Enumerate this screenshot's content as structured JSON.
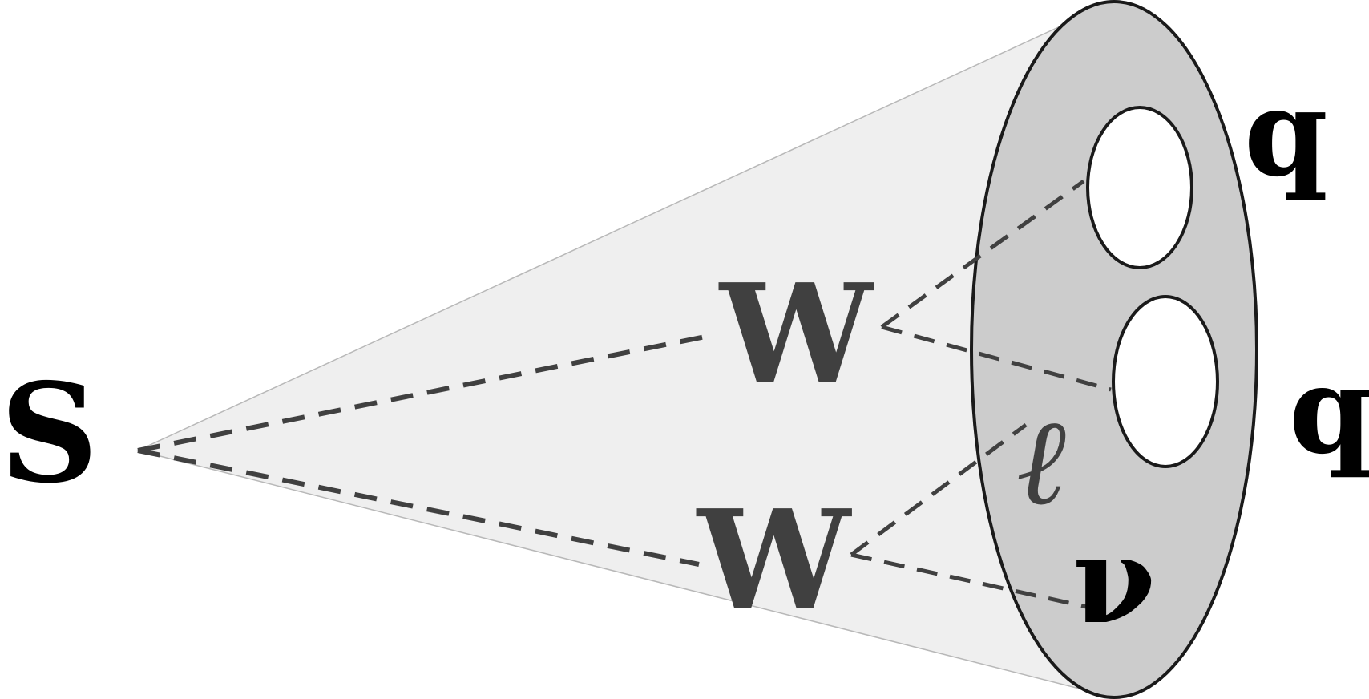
{
  "labels": {
    "s": "S",
    "w_upper": "W",
    "w_lower": "W",
    "q_upper": "q",
    "q_lower": "q",
    "lepton": "ℓ",
    "neutrino": "ν"
  },
  "colors": {
    "cone_fill": "#efefef",
    "disk_fill": "#cccccc",
    "outline": "#1a1a1a",
    "dash": "#404040",
    "hole_fill": "#ffffff"
  }
}
